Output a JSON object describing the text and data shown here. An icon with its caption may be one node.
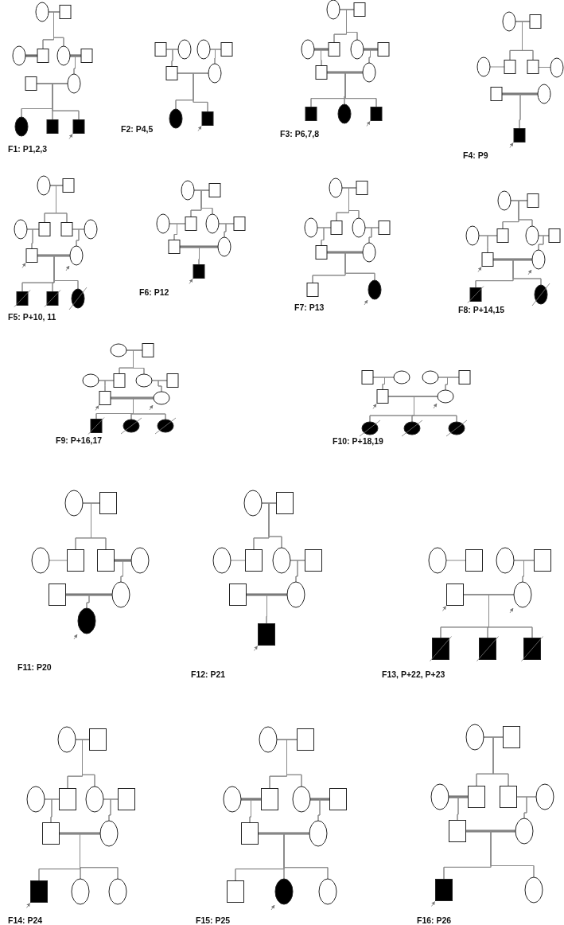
{
  "diagram": {
    "nodes": [
      {
        "text": [],
        "shape": "circle"
      },
      {
        "text": [],
        "shape": "box"
      },
      {
        "text": [],
        "shape": "circle"
      },
      {
        "text": [],
        "shape": "box"
      },
      {
        "text": [],
        "shape": "circle"
      },
      {
        "text": [],
        "shape": "box"
      },
      {
        "text": [],
        "shape": "box"
      },
      {
        "text": [],
        "shape": "circle"
      },
      {
        "text": [],
        "shape": "disc"
      },
      {
        "text": [],
        "shape": "block"
      },
      {
        "text": [],
        "shape": "block"
      },
      {
        "text": [],
        "shape": "box"
      },
      {
        "text": [],
        "shape": "circle"
      },
      {
        "text": [],
        "shape": "circle"
      },
      {
        "text": [],
        "shape": "box"
      },
      {
        "text": [],
        "shape": "box"
      },
      {
        "text": [],
        "shape": "circle"
      },
      {
        "text": [],
        "shape": "disc"
      },
      {
        "text": [],
        "shape": "block"
      },
      {
        "text": [],
        "shape": "circle"
      },
      {
        "text": [],
        "shape": "box"
      },
      {
        "text": [],
        "shape": "circle"
      },
      {
        "text": [],
        "shape": "box"
      },
      {
        "text": [],
        "shape": "circle"
      },
      {
        "text": [],
        "shape": "box"
      },
      {
        "text": [],
        "shape": "box"
      },
      {
        "text": [],
        "shape": "circle"
      },
      {
        "text": [],
        "shape": "block"
      },
      {
        "text": [],
        "shape": "disc"
      },
      {
        "text": [],
        "shape": "block"
      },
      {
        "text": [],
        "shape": "circle"
      },
      {
        "text": [],
        "shape": "box"
      },
      {
        "text": [],
        "shape": "circle"
      },
      {
        "text": [],
        "shape": "box"
      },
      {
        "text": [],
        "shape": "box"
      },
      {
        "text": [],
        "shape": "circle"
      },
      {
        "text": [],
        "shape": "box"
      },
      {
        "text": [],
        "shape": "circle"
      },
      {
        "text": [],
        "shape": "block"
      },
      {
        "text": [],
        "shape": "circle"
      },
      {
        "text": [],
        "shape": "box"
      },
      {
        "text": [],
        "shape": "circle"
      },
      {
        "text": [],
        "shape": "box"
      },
      {
        "text": [],
        "shape": "box"
      },
      {
        "text": [],
        "shape": "circle"
      },
      {
        "text": [],
        "shape": "box"
      },
      {
        "text": [],
        "shape": "circle"
      },
      {
        "text": [],
        "shape": "block"
      },
      {
        "text": [],
        "shape": "block"
      },
      {
        "text": [],
        "shape": "disc"
      },
      {
        "text": [],
        "shape": "circle"
      },
      {
        "text": [],
        "shape": "box"
      },
      {
        "text": [],
        "shape": "circle"
      },
      {
        "text": [],
        "shape": "box"
      },
      {
        "text": [],
        "shape": "circle"
      },
      {
        "text": [],
        "shape": "box"
      },
      {
        "text": [],
        "shape": "box"
      },
      {
        "text": [],
        "shape": "circle"
      },
      {
        "text": [],
        "shape": "block"
      },
      {
        "text": [],
        "shape": "circle"
      },
      {
        "text": [],
        "shape": "box"
      },
      {
        "text": [],
        "shape": "circle"
      },
      {
        "text": [],
        "shape": "box"
      },
      {
        "text": [],
        "shape": "circle"
      },
      {
        "text": [],
        "shape": "box"
      },
      {
        "text": [],
        "shape": "box"
      },
      {
        "text": [],
        "shape": "circle"
      },
      {
        "text": [],
        "shape": "box"
      },
      {
        "text": [],
        "shape": "disc"
      },
      {
        "text": [],
        "shape": "circle"
      },
      {
        "text": [],
        "shape": "box"
      },
      {
        "text": [],
        "shape": "circle"
      },
      {
        "text": [],
        "shape": "box"
      },
      {
        "text": [],
        "shape": "circle"
      },
      {
        "text": [],
        "shape": "box"
      },
      {
        "text": [],
        "shape": "box"
      },
      {
        "text": [],
        "shape": "circle"
      },
      {
        "text": [],
        "shape": "block"
      },
      {
        "text": [],
        "shape": "disc"
      },
      {
        "text": [],
        "shape": "circle"
      },
      {
        "text": [],
        "shape": "box"
      },
      {
        "text": [],
        "shape": "circle"
      },
      {
        "text": [],
        "shape": "box"
      },
      {
        "text": [],
        "shape": "circle"
      },
      {
        "text": [],
        "shape": "box"
      },
      {
        "text": [],
        "shape": "box"
      },
      {
        "text": [],
        "shape": "circle"
      },
      {
        "text": [],
        "shape": "block"
      },
      {
        "text": [],
        "shape": "disc"
      },
      {
        "text": [],
        "shape": "disc"
      },
      {
        "text": [],
        "shape": "box"
      },
      {
        "text": [],
        "shape": "circle"
      },
      {
        "text": [],
        "shape": "circle"
      },
      {
        "text": [],
        "shape": "box"
      },
      {
        "text": [],
        "shape": "box"
      },
      {
        "text": [],
        "shape": "circle"
      },
      {
        "text": [],
        "shape": "disc"
      },
      {
        "text": [],
        "shape": "disc"
      },
      {
        "text": [],
        "shape": "disc"
      },
      {
        "text": [],
        "shape": "circle"
      },
      {
        "text": [],
        "shape": "box"
      },
      {
        "text": [],
        "shape": "circle"
      },
      {
        "text": [],
        "shape": "box"
      },
      {
        "text": [],
        "shape": "box"
      },
      {
        "text": [],
        "shape": "circle"
      },
      {
        "text": [],
        "shape": "box"
      },
      {
        "text": [],
        "shape": "circle"
      },
      {
        "text": [],
        "shape": "disc"
      },
      {
        "text": [],
        "shape": "circle"
      },
      {
        "text": [],
        "shape": "box"
      },
      {
        "text": [],
        "shape": "circle"
      },
      {
        "text": [],
        "shape": "box"
      },
      {
        "text": [],
        "shape": "circle"
      },
      {
        "text": [],
        "shape": "box"
      },
      {
        "text": [],
        "shape": "box"
      },
      {
        "text": [],
        "shape": "circle"
      },
      {
        "text": [],
        "shape": "block"
      },
      {
        "text": [],
        "shape": "circle"
      },
      {
        "text": [],
        "shape": "box"
      },
      {
        "text": [],
        "shape": "circle"
      },
      {
        "text": [],
        "shape": "box"
      },
      {
        "text": [],
        "shape": "box"
      },
      {
        "text": [],
        "shape": "circle"
      },
      {
        "text": [],
        "shape": "block"
      },
      {
        "text": [],
        "shape": "block"
      },
      {
        "text": [],
        "shape": "block"
      },
      {
        "text": [],
        "shape": "circle"
      },
      {
        "text": [],
        "shape": "box"
      },
      {
        "text": [],
        "shape": "circle"
      },
      {
        "text": [],
        "shape": "box"
      },
      {
        "text": [],
        "shape": "circle"
      },
      {
        "text": [],
        "shape": "box"
      },
      {
        "text": [],
        "shape": "box"
      },
      {
        "text": [],
        "shape": "circle"
      },
      {
        "text": [],
        "shape": "block"
      },
      {
        "text": [],
        "shape": "circle"
      },
      {
        "text": [],
        "shape": "circle"
      },
      {
        "text": [],
        "shape": "circle"
      },
      {
        "text": [],
        "shape": "box"
      },
      {
        "text": [],
        "shape": "circle"
      },
      {
        "text": [],
        "shape": "box"
      },
      {
        "text": [],
        "shape": "circle"
      },
      {
        "text": [],
        "shape": "box"
      },
      {
        "text": [],
        "shape": "box"
      },
      {
        "text": [],
        "shape": "circle"
      },
      {
        "text": [],
        "shape": "box"
      },
      {
        "text": [],
        "shape": "disc"
      },
      {
        "text": [],
        "shape": "circle"
      },
      {
        "text": [],
        "shape": "circle"
      },
      {
        "text": [],
        "shape": "box"
      },
      {
        "text": [],
        "shape": "circle"
      },
      {
        "text": [],
        "shape": "box"
      },
      {
        "text": [],
        "shape": "box"
      },
      {
        "text": [],
        "shape": "circle"
      },
      {
        "text": [],
        "shape": "box"
      },
      {
        "text": [],
        "shape": "circle"
      },
      {
        "text": [],
        "shape": "block"
      },
      {
        "text": [],
        "shape": "circle"
      }
    ],
    "edges": [
      {
        "from": 0,
        "to": 1,
        "arrow": "none"
      },
      {
        "from": 0,
        "to": 3,
        "arrow": "none"
      },
      {
        "from": 1,
        "to": 3,
        "arrow": "none"
      },
      {
        "from": 0,
        "to": 4,
        "arrow": "none"
      },
      {
        "from": 1,
        "to": 4,
        "arrow": "none"
      },
      {
        "from": 2,
        "to": 3,
        "arrow": "none",
        "style": "thick"
      },
      {
        "from": 4,
        "to": 5,
        "arrow": "none",
        "style": "thick"
      },
      {
        "from": 4,
        "to": 7,
        "arrow": "none"
      },
      {
        "from": 5,
        "to": 7,
        "arrow": "none"
      },
      {
        "from": 6,
        "to": 7,
        "arrow": "none"
      },
      {
        "from": 6,
        "to": 8,
        "arrow": "none"
      },
      {
        "from": 7,
        "to": 8,
        "arrow": "none"
      },
      {
        "from": 6,
        "to": 9,
        "arrow": "none"
      },
      {
        "from": 7,
        "to": 9,
        "arrow": "none"
      },
      {
        "from": 6,
        "to": 10,
        "arrow": "none"
      },
      {
        "from": 7,
        "to": 10,
        "arrow": "none"
      },
      {
        "from": null,
        "to": 10,
        "arrow": "to"
      },
      {
        "from": 11,
        "to": 12,
        "arrow": "none"
      },
      {
        "from": 13,
        "to": 14,
        "arrow": "none"
      },
      {
        "from": 11,
        "to": 15,
        "arrow": "none"
      },
      {
        "from": 12,
        "to": 15,
        "arrow": "none"
      },
      {
        "from": 13,
        "to": 16,
        "arrow": "none"
      },
      {
        "from": 14,
        "to": 16,
        "arrow": "none"
      },
      {
        "from": 15,
        "to": 16,
        "arrow": "none"
      },
      {
        "from": 15,
        "to": 17,
        "arrow": "none"
      },
      {
        "from": 16,
        "to": 17,
        "arrow": "none"
      },
      {
        "from": 15,
        "to": 18,
        "arrow": "none"
      },
      {
        "from": 16,
        "to": 18,
        "arrow": "none"
      },
      {
        "from": null,
        "to": 18,
        "arrow": "to"
      },
      {
        "from": 19,
        "to": 20,
        "arrow": "none"
      },
      {
        "from": 19,
        "to": 22,
        "arrow": "none"
      },
      {
        "from": 20,
        "to": 22,
        "arrow": "none"
      },
      {
        "from": 19,
        "to": 23,
        "arrow": "none"
      },
      {
        "from": 20,
        "to": 23,
        "arrow": "none"
      },
      {
        "from": 21,
        "to": 22,
        "arrow": "none",
        "style": "thick"
      },
      {
        "from": 23,
        "to": 24,
        "arrow": "none",
        "style": "thick"
      },
      {
        "from": 21,
        "to": 25,
        "arrow": "none"
      },
      {
        "from": 22,
        "to": 25,
        "arrow": "none"
      },
      {
        "from": 23,
        "to": 26,
        "arrow": "none"
      },
      {
        "from": 24,
        "to": 26,
        "arrow": "none"
      },
      {
        "from": 25,
        "to": 26,
        "arrow": "none",
        "style": "thick"
      },
      {
        "from": 25,
        "to": 27,
        "arrow": "none"
      },
      {
        "from": 26,
        "to": 27,
        "arrow": "none"
      },
      {
        "from": 25,
        "to": 28,
        "arrow": "none"
      },
      {
        "from": 26,
        "to": 28,
        "arrow": "none"
      },
      {
        "from": 25,
        "to": 29,
        "arrow": "none"
      },
      {
        "from": 26,
        "to": 29,
        "arrow": "none"
      },
      {
        "from": null,
        "to": 29,
        "arrow": "to"
      },
      {
        "from": 30,
        "to": 31,
        "arrow": "none"
      },
      {
        "from": 30,
        "to": 33,
        "arrow": "none"
      },
      {
        "from": 31,
        "to": 33,
        "arrow": "none"
      },
      {
        "from": 30,
        "to": 34,
        "arrow": "none"
      },
      {
        "from": 31,
        "to": 34,
        "arrow": "none"
      },
      {
        "from": 32,
        "to": 33,
        "arrow": "none"
      },
      {
        "from": 34,
        "to": 35,
        "arrow": "none"
      },
      {
        "from": 36,
        "to": 37,
        "arrow": "none",
        "style": "thick"
      },
      {
        "from": 36,
        "to": 38,
        "arrow": "none"
      },
      {
        "from": 37,
        "to": 38,
        "arrow": "none"
      },
      {
        "from": null,
        "to": 38,
        "arrow": "to"
      },
      {
        "from": 39,
        "to": 40,
        "arrow": "none"
      },
      {
        "from": 39,
        "to": 42,
        "arrow": "none"
      },
      {
        "from": 40,
        "to": 42,
        "arrow": "none"
      },
      {
        "from": 39,
        "to": 43,
        "arrow": "none"
      },
      {
        "from": 40,
        "to": 43,
        "arrow": "none"
      },
      {
        "from": 41,
        "to": 42,
        "arrow": "none"
      },
      {
        "from": 43,
        "to": 44,
        "arrow": "none"
      },
      {
        "from": 41,
        "to": 45,
        "arrow": "none"
      },
      {
        "from": 42,
        "to": 45,
        "arrow": "none"
      },
      {
        "from": 43,
        "to": 46,
        "arrow": "none"
      },
      {
        "from": 44,
        "to": 46,
        "arrow": "none"
      },
      {
        "from": 45,
        "to": 46,
        "arrow": "none",
        "style": "thick"
      },
      {
        "from": 45,
        "to": 47,
        "arrow": "none"
      },
      {
        "from": 46,
        "to": 47,
        "arrow": "none"
      },
      {
        "from": 45,
        "to": 48,
        "arrow": "none"
      },
      {
        "from": 46,
        "to": 48,
        "arrow": "none"
      },
      {
        "from": 45,
        "to": 49,
        "arrow": "none"
      },
      {
        "from": 46,
        "to": 49,
        "arrow": "none"
      },
      {
        "from": null,
        "to": 45,
        "arrow": "to"
      },
      {
        "from": null,
        "to": 46,
        "arrow": "to"
      },
      {
        "from": 50,
        "to": 51,
        "arrow": "none"
      },
      {
        "from": 50,
        "to": 53,
        "arrow": "none"
      },
      {
        "from": 51,
        "to": 53,
        "arrow": "none"
      },
      {
        "from": 50,
        "to": 54,
        "arrow": "none"
      },
      {
        "from": 51,
        "to": 54,
        "arrow": "none"
      },
      {
        "from": 52,
        "to": 53,
        "arrow": "none"
      },
      {
        "from": 54,
        "to": 55,
        "arrow": "none"
      },
      {
        "from": 52,
        "to": 56,
        "arrow": "none"
      },
      {
        "from": 53,
        "to": 56,
        "arrow": "none"
      },
      {
        "from": 54,
        "to": 57,
        "arrow": "none"
      },
      {
        "from": 55,
        "to": 57,
        "arrow": "none"
      },
      {
        "from": 56,
        "to": 57,
        "arrow": "none",
        "style": "thick"
      },
      {
        "from": 56,
        "to": 58,
        "arrow": "none"
      },
      {
        "from": 57,
        "to": 58,
        "arrow": "none"
      },
      {
        "from": null,
        "to": 58,
        "arrow": "to"
      },
      {
        "from": 59,
        "to": 60,
        "arrow": "none"
      },
      {
        "from": 59,
        "to": 62,
        "arrow": "none"
      },
      {
        "from": 60,
        "to": 62,
        "arrow": "none"
      },
      {
        "from": 59,
        "to": 63,
        "arrow": "none"
      },
      {
        "from": 60,
        "to": 63,
        "arrow": "none"
      },
      {
        "from": 61,
        "to": 62,
        "arrow": "none"
      },
      {
        "from": 63,
        "to": 64,
        "arrow": "none"
      },
      {
        "from": 61,
        "to": 65,
        "arrow": "none"
      },
      {
        "from": 62,
        "to": 65,
        "arrow": "none"
      },
      {
        "from": 63,
        "to": 66,
        "arrow": "none"
      },
      {
        "from": 64,
        "to": 66,
        "arrow": "none"
      },
      {
        "from": 65,
        "to": 66,
        "arrow": "none",
        "style": "thick"
      },
      {
        "from": 65,
        "to": 67,
        "arrow": "none"
      },
      {
        "from": 66,
        "to": 67,
        "arrow": "none"
      },
      {
        "from": 65,
        "to": 68,
        "arrow": "none"
      },
      {
        "from": 66,
        "to": 68,
        "arrow": "none"
      },
      {
        "from": null,
        "to": 68,
        "arrow": "to"
      },
      {
        "from": 69,
        "to": 70,
        "arrow": "none"
      },
      {
        "from": 69,
        "to": 72,
        "arrow": "none"
      },
      {
        "from": 70,
        "to": 72,
        "arrow": "none"
      },
      {
        "from": 69,
        "to": 73,
        "arrow": "none"
      },
      {
        "from": 70,
        "to": 73,
        "arrow": "none"
      },
      {
        "from": 71,
        "to": 72,
        "arrow": "none"
      },
      {
        "from": 73,
        "to": 74,
        "arrow": "none"
      },
      {
        "from": 71,
        "to": 75,
        "arrow": "none"
      },
      {
        "from": 72,
        "to": 75,
        "arrow": "none"
      },
      {
        "from": 73,
        "to": 76,
        "arrow": "none"
      },
      {
        "from": 74,
        "to": 76,
        "arrow": "none"
      },
      {
        "from": 75,
        "to": 76,
        "arrow": "none",
        "style": "thick"
      },
      {
        "from": 75,
        "to": 77,
        "arrow": "none"
      },
      {
        "from": 76,
        "to": 77,
        "arrow": "none"
      },
      {
        "from": 75,
        "to": 78,
        "arrow": "none"
      },
      {
        "from": 76,
        "to": 78,
        "arrow": "none"
      },
      {
        "from": null,
        "to": 75,
        "arrow": "to"
      },
      {
        "from": null,
        "to": 76,
        "arrow": "to"
      },
      {
        "from": 79,
        "to": 80,
        "arrow": "none"
      },
      {
        "from": 79,
        "to": 82,
        "arrow": "none"
      },
      {
        "from": 80,
        "to": 82,
        "arrow": "none"
      },
      {
        "from": 79,
        "to": 83,
        "arrow": "none"
      },
      {
        "from": 80,
        "to": 83,
        "arrow": "none"
      },
      {
        "from": 81,
        "to": 82,
        "arrow": "none"
      },
      {
        "from": 83,
        "to": 84,
        "arrow": "none"
      },
      {
        "from": 81,
        "to": 85,
        "arrow": "none"
      },
      {
        "from": 82,
        "to": 85,
        "arrow": "none"
      },
      {
        "from": 83,
        "to": 86,
        "arrow": "none"
      },
      {
        "from": 84,
        "to": 86,
        "arrow": "none"
      },
      {
        "from": 85,
        "to": 86,
        "arrow": "none",
        "style": "thick"
      },
      {
        "from": 85,
        "to": 87,
        "arrow": "none"
      },
      {
        "from": 86,
        "to": 87,
        "arrow": "none"
      },
      {
        "from": 85,
        "to": 88,
        "arrow": "none"
      },
      {
        "from": 86,
        "to": 88,
        "arrow": "none"
      },
      {
        "from": 85,
        "to": 89,
        "arrow": "none"
      },
      {
        "from": 86,
        "to": 89,
        "arrow": "none"
      },
      {
        "from": null,
        "to": 85,
        "arrow": "to"
      },
      {
        "from": null,
        "to": 86,
        "arrow": "to"
      },
      {
        "from": 90,
        "to": 91,
        "arrow": "none"
      },
      {
        "from": 92,
        "to": 93,
        "arrow": "none"
      },
      {
        "from": 90,
        "to": 94,
        "arrow": "none"
      },
      {
        "from": 91,
        "to": 94,
        "arrow": "none"
      },
      {
        "from": 92,
        "to": 95,
        "arrow": "none"
      },
      {
        "from": 93,
        "to": 95,
        "arrow": "none"
      },
      {
        "from": 94,
        "to": 95,
        "arrow": "none"
      },
      {
        "from": 94,
        "to": 96,
        "arrow": "none"
      },
      {
        "from": 95,
        "to": 96,
        "arrow": "none"
      },
      {
        "from": 94,
        "to": 97,
        "arrow": "none"
      },
      {
        "from": 95,
        "to": 97,
        "arrow": "none"
      },
      {
        "from": 94,
        "to": 98,
        "arrow": "none"
      },
      {
        "from": 95,
        "to": 98,
        "arrow": "none"
      },
      {
        "from": null,
        "to": 94,
        "arrow": "to"
      },
      {
        "from": null,
        "to": 95,
        "arrow": "to"
      },
      {
        "from": 99,
        "to": 100,
        "arrow": "none"
      },
      {
        "from": 99,
        "to": 102,
        "arrow": "none"
      },
      {
        "from": 100,
        "to": 102,
        "arrow": "none"
      },
      {
        "from": 99,
        "to": 103,
        "arrow": "none"
      },
      {
        "from": 100,
        "to": 103,
        "arrow": "none"
      },
      {
        "from": 101,
        "to": 102,
        "arrow": "none"
      },
      {
        "from": 103,
        "to": 104,
        "arrow": "none",
        "style": "thick"
      },
      {
        "from": 103,
        "to": 106,
        "arrow": "none"
      },
      {
        "from": 104,
        "to": 106,
        "arrow": "none"
      },
      {
        "from": 105,
        "to": 106,
        "arrow": "none",
        "style": "thick"
      },
      {
        "from": 105,
        "to": 107,
        "arrow": "none"
      },
      {
        "from": 106,
        "to": 107,
        "arrow": "none"
      },
      {
        "from": null,
        "to": 107,
        "arrow": "to"
      },
      {
        "from": 108,
        "to": 109,
        "arrow": "none"
      },
      {
        "from": 108,
        "to": 111,
        "arrow": "none"
      },
      {
        "from": 109,
        "to": 111,
        "arrow": "none"
      },
      {
        "from": 108,
        "to": 112,
        "arrow": "none"
      },
      {
        "from": 109,
        "to": 112,
        "arrow": "none"
      },
      {
        "from": 110,
        "to": 111,
        "arrow": "none"
      },
      {
        "from": 112,
        "to": 113,
        "arrow": "none"
      },
      {
        "from": 112,
        "to": 115,
        "arrow": "none"
      },
      {
        "from": 113,
        "to": 115,
        "arrow": "none"
      },
      {
        "from": 114,
        "to": 115,
        "arrow": "none",
        "style": "thick"
      },
      {
        "from": 114,
        "to": 116,
        "arrow": "none"
      },
      {
        "from": 115,
        "to": 116,
        "arrow": "none"
      },
      {
        "from": null,
        "to": 116,
        "arrow": "to"
      },
      {
        "from": 117,
        "to": 118,
        "arrow": "none"
      },
      {
        "from": 119,
        "to": 120,
        "arrow": "none"
      },
      {
        "from": 119,
        "to": 122,
        "arrow": "none"
      },
      {
        "from": 120,
        "to": 122,
        "arrow": "none"
      },
      {
        "from": 121,
        "to": 122,
        "arrow": "none"
      },
      {
        "from": 121,
        "to": 123,
        "arrow": "none"
      },
      {
        "from": 122,
        "to": 123,
        "arrow": "none"
      },
      {
        "from": 121,
        "to": 124,
        "arrow": "none"
      },
      {
        "from": 122,
        "to": 124,
        "arrow": "none"
      },
      {
        "from": 121,
        "to": 125,
        "arrow": "none"
      },
      {
        "from": 122,
        "to": 125,
        "arrow": "none"
      },
      {
        "from": null,
        "to": 121,
        "arrow": "to"
      },
      {
        "from": null,
        "to": 122,
        "arrow": "to"
      },
      {
        "from": 126,
        "to": 127,
        "arrow": "none"
      },
      {
        "from": 126,
        "to": 129,
        "arrow": "none"
      },
      {
        "from": 127,
        "to": 129,
        "arrow": "none"
      },
      {
        "from": 126,
        "to": 130,
        "arrow": "none"
      },
      {
        "from": 127,
        "to": 130,
        "arrow": "none"
      },
      {
        "from": 128,
        "to": 129,
        "arrow": "none"
      },
      {
        "from": 130,
        "to": 131,
        "arrow": "none"
      },
      {
        "from": 128,
        "to": 132,
        "arrow": "none"
      },
      {
        "from": 129,
        "to": 132,
        "arrow": "none"
      },
      {
        "from": 130,
        "to": 133,
        "arrow": "none"
      },
      {
        "from": 131,
        "to": 133,
        "arrow": "none"
      },
      {
        "from": 132,
        "to": 133,
        "arrow": "none",
        "style": "thick"
      },
      {
        "from": 132,
        "to": 134,
        "arrow": "none"
      },
      {
        "from": 133,
        "to": 134,
        "arrow": "none"
      },
      {
        "from": 132,
        "to": 135,
        "arrow": "none"
      },
      {
        "from": 133,
        "to": 135,
        "arrow": "none"
      },
      {
        "from": 132,
        "to": 136,
        "arrow": "none"
      },
      {
        "from": 133,
        "to": 136,
        "arrow": "none"
      },
      {
        "from": null,
        "to": 134,
        "arrow": "to"
      },
      {
        "from": 137,
        "to": 138,
        "arrow": "none"
      },
      {
        "from": 137,
        "to": 140,
        "arrow": "none"
      },
      {
        "from": 138,
        "to": 140,
        "arrow": "none"
      },
      {
        "from": 137,
        "to": 141,
        "arrow": "none"
      },
      {
        "from": 138,
        "to": 141,
        "arrow": "none"
      },
      {
        "from": 139,
        "to": 140,
        "arrow": "none",
        "style": "thick"
      },
      {
        "from": 141,
        "to": 142,
        "arrow": "none",
        "style": "thick"
      },
      {
        "from": 139,
        "to": 143,
        "arrow": "none"
      },
      {
        "from": 140,
        "to": 143,
        "arrow": "none"
      },
      {
        "from": 141,
        "to": 144,
        "arrow": "none"
      },
      {
        "from": 142,
        "to": 144,
        "arrow": "none"
      },
      {
        "from": 143,
        "to": 144,
        "arrow": "none",
        "style": "thick"
      },
      {
        "from": 143,
        "to": 145,
        "arrow": "none"
      },
      {
        "from": 144,
        "to": 145,
        "arrow": "none"
      },
      {
        "from": 143,
        "to": 146,
        "arrow": "none"
      },
      {
        "from": 144,
        "to": 146,
        "arrow": "none"
      },
      {
        "from": 143,
        "to": 147,
        "arrow": "none"
      },
      {
        "from": 144,
        "to": 147,
        "arrow": "none"
      },
      {
        "from": null,
        "to": 146,
        "arrow": "to"
      },
      {
        "from": 148,
        "to": 149,
        "arrow": "none"
      },
      {
        "from": 148,
        "to": 151,
        "arrow": "none"
      },
      {
        "from": 149,
        "to": 151,
        "arrow": "none"
      },
      {
        "from": 148,
        "to": 152,
        "arrow": "none"
      },
      {
        "from": 149,
        "to": 152,
        "arrow": "none"
      },
      {
        "from": 150,
        "to": 151,
        "arrow": "none",
        "style": "thick"
      },
      {
        "from": 152,
        "to": 153,
        "arrow": "none"
      },
      {
        "from": 150,
        "to": 154,
        "arrow": "none"
      },
      {
        "from": 151,
        "to": 154,
        "arrow": "none"
      },
      {
        "from": 152,
        "to": 155,
        "arrow": "none"
      },
      {
        "from": 153,
        "to": 155,
        "arrow": "none"
      },
      {
        "from": 154,
        "to": 155,
        "arrow": "none",
        "style": "thick"
      },
      {
        "from": 154,
        "to": 156,
        "arrow": "none"
      },
      {
        "from": 155,
        "to": 156,
        "arrow": "none"
      },
      {
        "from": 154,
        "to": 157,
        "arrow": "none"
      },
      {
        "from": 155,
        "to": 157,
        "arrow": "none"
      },
      {
        "from": null,
        "to": 156,
        "arrow": "to"
      }
    ],
    "labels": [
      "F1: P1,2,3",
      "F2: P4,5",
      "F3: P6,7,8",
      "F4: P9",
      "F5: P+10, 11",
      "F6: P12",
      "F7: P13",
      "F8: P+14,15",
      "F9: P+16,17",
      "F10: P+18,19",
      "F11: P20",
      "F12: P21",
      "F13, P+22, P+23",
      "F14: P24",
      "F15: P25",
      "F16: P26"
    ]
  }
}
